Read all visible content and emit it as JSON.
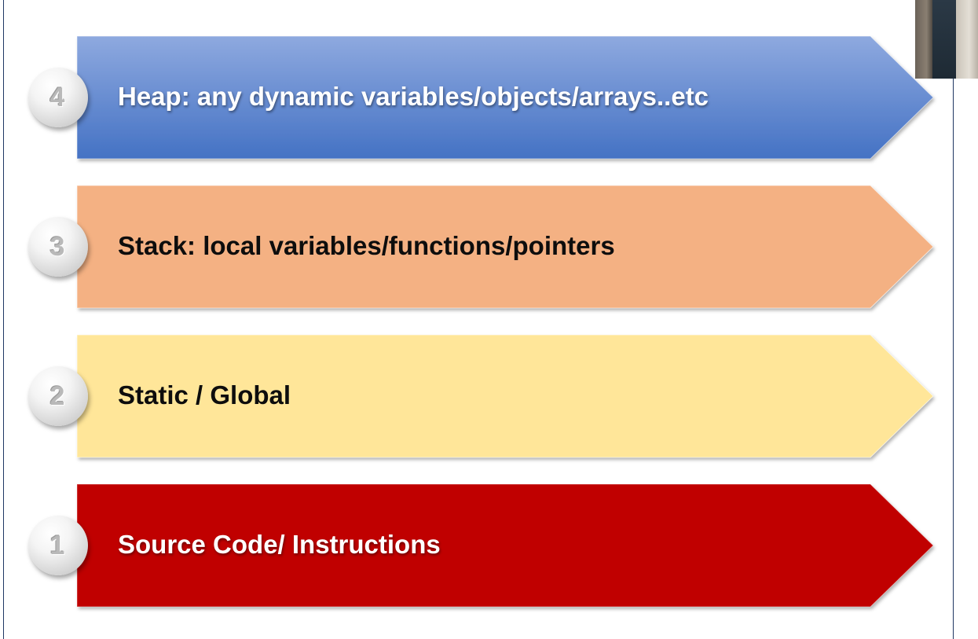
{
  "layers": [
    {
      "number": "4",
      "label": "Heap: any dynamic variables/objects/arrays..etc",
      "fill_top": "#8ea9df",
      "fill_bottom": "#4472c4",
      "text_color": "#ffffff"
    },
    {
      "number": "3",
      "label": "Stack: local variables/functions/pointers",
      "fill_top": "#f4b183",
      "fill_bottom": "#f4b183",
      "text_color": "#0d0d0d"
    },
    {
      "number": "2",
      "label": "Static / Global",
      "fill_top": "#ffe699",
      "fill_bottom": "#ffe699",
      "text_color": "#0d0d0d"
    },
    {
      "number": "1",
      "label": "Source Code/ Instructions",
      "fill_top": "#c00000",
      "fill_bottom": "#c00000",
      "text_color": "#ffffff"
    }
  ]
}
